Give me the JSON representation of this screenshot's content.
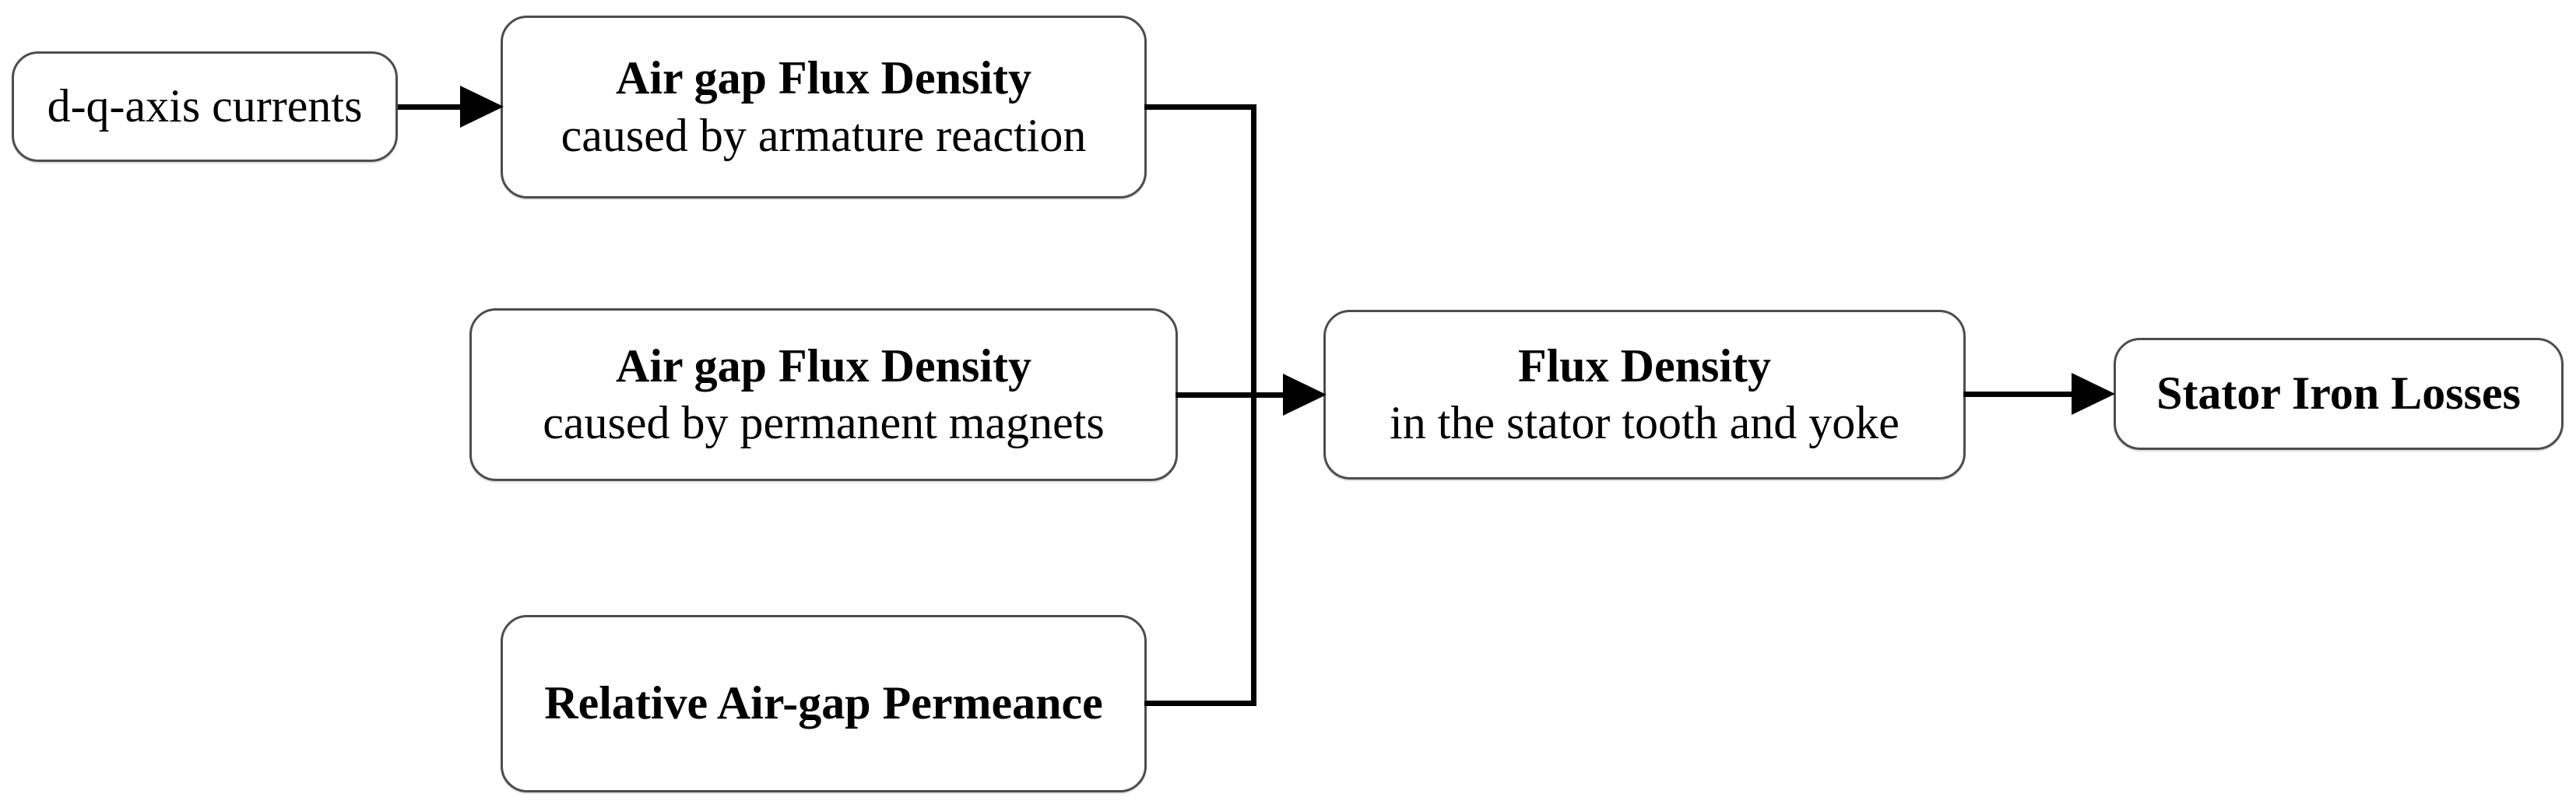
{
  "diagram": {
    "colors": {
      "background": "#ffffff",
      "box_fill": "#ffffff",
      "box_border": "#4d4d4d",
      "text": "#000000",
      "connector": "#000000"
    },
    "nodes": {
      "dq_currents": {
        "title": "d-q-axis currents"
      },
      "airgap_armature": {
        "title": "Air gap Flux Density",
        "subtitle": "caused by armature reaction"
      },
      "airgap_pm": {
        "title": "Air gap Flux Density",
        "subtitle": "caused by permanent magnets"
      },
      "permeance": {
        "title": "Relative Air-gap Permeance"
      },
      "flux_stator": {
        "title": "Flux Density",
        "subtitle": "in the stator tooth and yoke"
      },
      "iron_losses": {
        "title": "Stator Iron Losses"
      }
    },
    "edges": [
      {
        "from": "dq_currents",
        "to": "airgap_armature",
        "style": "arrow"
      },
      {
        "from": "airgap_armature",
        "to": "flux_stator",
        "style": "merge-into-arrow"
      },
      {
        "from": "airgap_pm",
        "to": "flux_stator",
        "style": "arrow"
      },
      {
        "from": "permeance",
        "to": "flux_stator",
        "style": "merge-into-arrow"
      },
      {
        "from": "flux_stator",
        "to": "iron_losses",
        "style": "arrow"
      }
    ]
  }
}
